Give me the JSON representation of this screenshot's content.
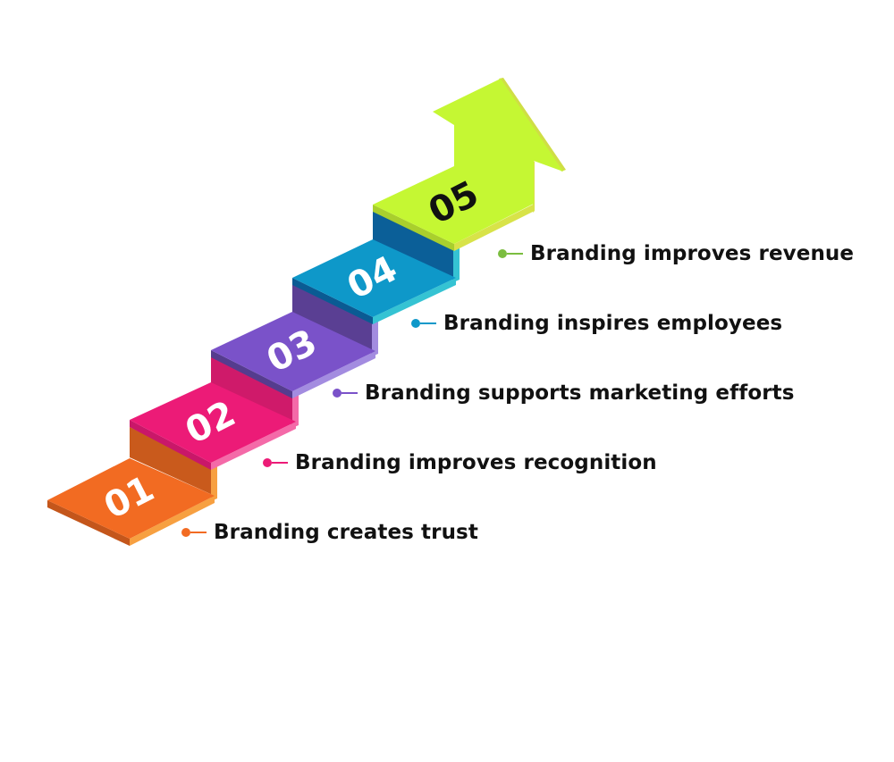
{
  "infographic": {
    "title": "",
    "steps": [
      {
        "number": "01",
        "label": "Branding creates trust",
        "color": "#f26b22"
      },
      {
        "number": "02",
        "label": "Branding improves recognition",
        "color": "#ec1b77"
      },
      {
        "number": "03",
        "label": "Branding supports marketing efforts",
        "color": "#7a52c9"
      },
      {
        "number": "04",
        "label": "Branding inspires employees",
        "color": "#0e98c9"
      },
      {
        "number": "05",
        "label": "Branding improves revenue",
        "color": "#c5f733"
      }
    ],
    "bullet_colors": [
      "#f26b22",
      "#ec1b77",
      "#7a52c9",
      "#0e98c9",
      "#7bbd3f"
    ]
  }
}
